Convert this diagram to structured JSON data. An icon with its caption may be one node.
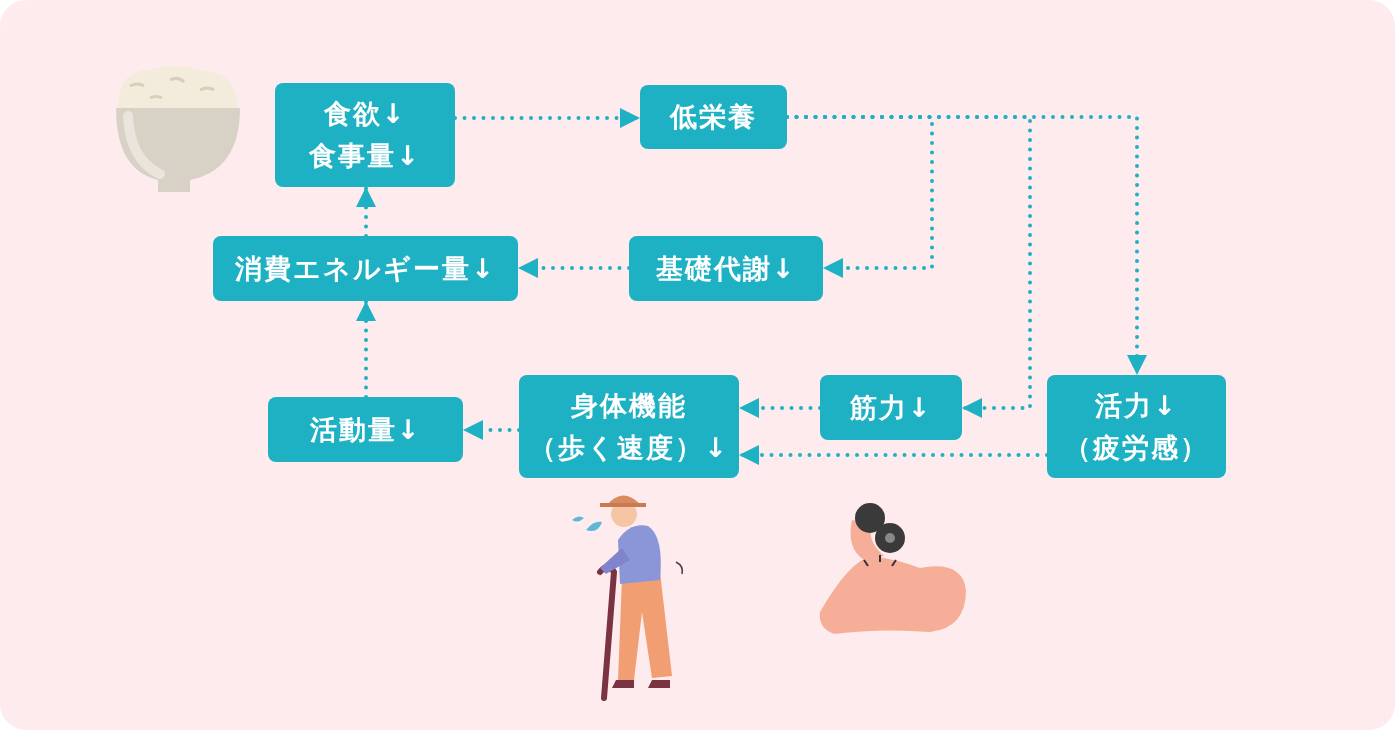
{
  "diagram": {
    "nodes": [
      {
        "text": [
          "食欲↓食事量↓"
        ]
      },
      {
        "text": [
          "低栄養"
        ]
      },
      {
        "text": [
          "消費エネルギー量↓"
        ]
      },
      {
        "text": [
          "基礎代謝↓"
        ]
      },
      {
        "text": [
          "活動量↓"
        ]
      },
      {
        "text": [
          "身体機能（歩く速度）↓"
        ]
      },
      {
        "text": [
          "筋力↓"
        ]
      },
      {
        "text": [
          "活力↓（疲労感）"
        ]
      }
    ],
    "edges": [
      {
        "from": 0,
        "to": 1,
        "arrow": "to"
      },
      {
        "from": 1,
        "to": 3,
        "arrow": "to"
      },
      {
        "from": 1,
        "to": 6,
        "arrow": "to"
      },
      {
        "from": 1,
        "to": 7,
        "arrow": "to"
      },
      {
        "from": 3,
        "to": 2,
        "arrow": "to"
      },
      {
        "from": 2,
        "to": 0,
        "arrow": "to"
      },
      {
        "from": 4,
        "to": 2,
        "arrow": "to"
      },
      {
        "from": 5,
        "to": 4,
        "arrow": "to"
      },
      {
        "from": 6,
        "to": 5,
        "arrow": "to"
      },
      {
        "from": 7,
        "to": 5,
        "arrow": "to"
      }
    ]
  }
}
